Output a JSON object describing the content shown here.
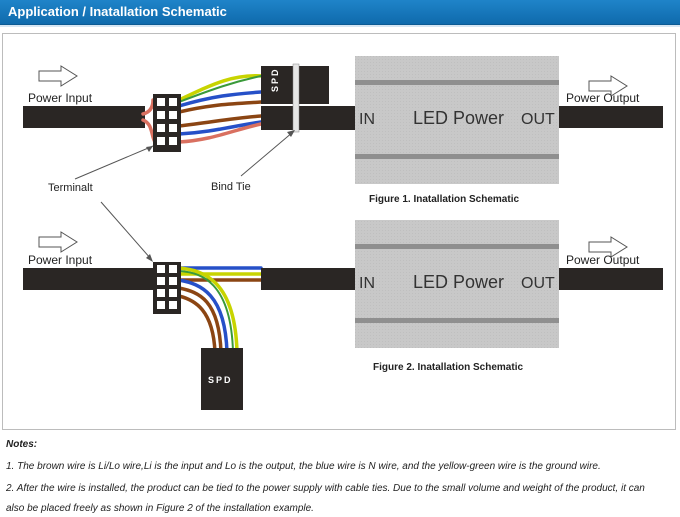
{
  "header": {
    "title": "Application / Inatallation Schematic"
  },
  "figure1": {
    "power_input": "Power Input",
    "power_output": "Power Output",
    "spd": "SPD",
    "in": "IN",
    "led_power": "LED Power",
    "out": "OUT",
    "terminal": "Terminalt",
    "bind_tie": "Bind Tie",
    "caption": "Figure 1. Inatallation Schematic"
  },
  "figure2": {
    "power_input": "Power Input",
    "power_output": "Power Output",
    "spd": "SPD",
    "in": "IN",
    "led_power": "LED Power",
    "out": "OUT",
    "caption": "Figure 2. Inatallation Schematic"
  },
  "notes": {
    "title": "Notes:",
    "item1": "1. The brown wire is Li/Lo wire,Li is the input and Lo is the output, the blue wire is N wire, and the yellow-green wire is the ground wire.",
    "item2_line1": "2. After the wire is installed, the product can be tied to the power supply with cable ties. Due to the small volume and weight of the product, it can",
    "item2_line2": "also be placed freely as shown in Figure 2 of the installation example."
  },
  "colors": {
    "header": "#1573b9",
    "brown_wire": "#8b4513",
    "blue_wire": "#2650c8",
    "yellow_green_wire": "#c8d400",
    "red_wire": "#d97060",
    "led_box": "#c8c8c8"
  }
}
